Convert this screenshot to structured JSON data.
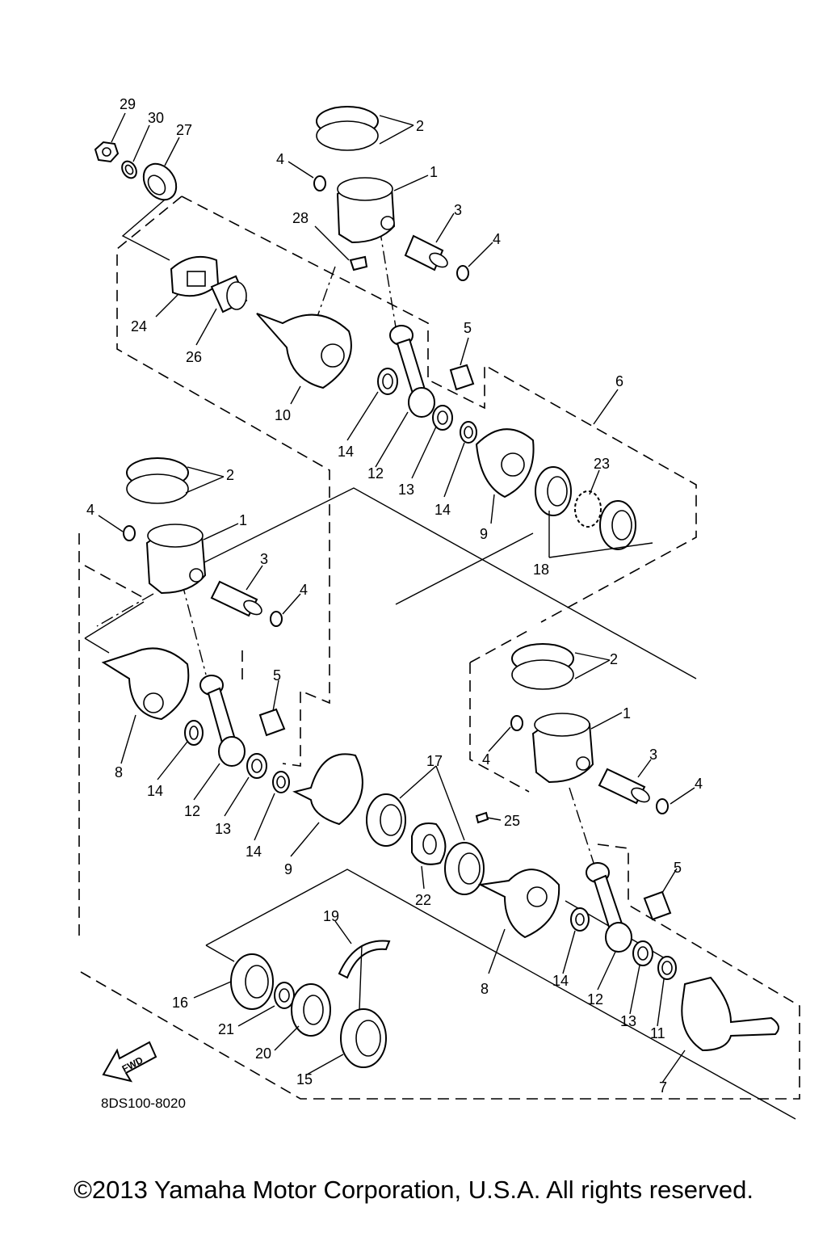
{
  "diagram": {
    "parts": [
      {
        "key": "p29",
        "label": "29",
        "name": "lock-nut"
      },
      {
        "key": "p30",
        "label": "30",
        "name": "washer"
      },
      {
        "key": "p27",
        "label": "27",
        "name": "oil-seal"
      },
      {
        "key": "p2a",
        "label": "2",
        "name": "piston-ring-set-top"
      },
      {
        "key": "p4a",
        "label": "4",
        "name": "circlip-top-left"
      },
      {
        "key": "p1a",
        "label": "1",
        "name": "piston-top"
      },
      {
        "key": "p3a",
        "label": "3",
        "name": "piston-pin-top"
      },
      {
        "key": "p4b",
        "label": "4",
        "name": "circlip-top-right"
      },
      {
        "key": "p28",
        "label": "28",
        "name": "key"
      },
      {
        "key": "p24",
        "label": "24",
        "name": "bearing"
      },
      {
        "key": "p26",
        "label": "26",
        "name": "collar"
      },
      {
        "key": "p5a",
        "label": "5",
        "name": "bearing-top"
      },
      {
        "key": "p6",
        "label": "6",
        "name": "crankshaft-assembly"
      },
      {
        "key": "p10",
        "label": "10",
        "name": "crank-left"
      },
      {
        "key": "p14a",
        "label": "14",
        "name": "washer-top-a"
      },
      {
        "key": "p12a",
        "label": "12",
        "name": "connecting-rod-top"
      },
      {
        "key": "p13a",
        "label": "13",
        "name": "bearing-top-small"
      },
      {
        "key": "p14b",
        "label": "14",
        "name": "washer-top-b"
      },
      {
        "key": "p23",
        "label": "23",
        "name": "plate"
      },
      {
        "key": "p9a",
        "label": "9",
        "name": "crank-top"
      },
      {
        "key": "p18",
        "label": "18",
        "name": "bearing-pair"
      },
      {
        "key": "p2b",
        "label": "2",
        "name": "piston-ring-set-middle"
      },
      {
        "key": "p4c",
        "label": "4",
        "name": "circlip-middle-left"
      },
      {
        "key": "p1b",
        "label": "1",
        "name": "piston-middle"
      },
      {
        "key": "p3b",
        "label": "3",
        "name": "piston-pin-middle"
      },
      {
        "key": "p4d",
        "label": "4",
        "name": "circlip-middle-right"
      },
      {
        "key": "p5b",
        "label": "5",
        "name": "bearing-middle"
      },
      {
        "key": "p8a",
        "label": "8",
        "name": "crank-middle"
      },
      {
        "key": "p14c",
        "label": "14",
        "name": "washer-middle-a"
      },
      {
        "key": "p12b",
        "label": "12",
        "name": "connecting-rod-middle"
      },
      {
        "key": "p13b",
        "label": "13",
        "name": "bearing-middle-small"
      },
      {
        "key": "p14d",
        "label": "14",
        "name": "washer-middle-b"
      },
      {
        "key": "p9b",
        "label": "9",
        "name": "crank-middle-b"
      },
      {
        "key": "p17",
        "label": "17",
        "name": "bearing-pair-middle"
      },
      {
        "key": "p25",
        "label": "25",
        "name": "pin"
      },
      {
        "key": "p22",
        "label": "22",
        "name": "plate-middle"
      },
      {
        "key": "p2c",
        "label": "2",
        "name": "piston-ring-set-right"
      },
      {
        "key": "p1c",
        "label": "1",
        "name": "piston-right"
      },
      {
        "key": "p4e",
        "label": "4",
        "name": "circlip-right-left"
      },
      {
        "key": "p3c",
        "label": "3",
        "name": "piston-pin-right"
      },
      {
        "key": "p4f",
        "label": "4",
        "name": "circlip-right-right"
      },
      {
        "key": "p5c",
        "label": "5",
        "name": "bearing-right"
      },
      {
        "key": "p19",
        "label": "19",
        "name": "circlip-large"
      },
      {
        "key": "p16",
        "label": "16",
        "name": "bearing-large"
      },
      {
        "key": "p21",
        "label": "21",
        "name": "collar-small"
      },
      {
        "key": "p20",
        "label": "20",
        "name": "oil-seal-large"
      },
      {
        "key": "p15",
        "label": "15",
        "name": "bearing-outer"
      },
      {
        "key": "p8b",
        "label": "8",
        "name": "crank-bottom"
      },
      {
        "key": "p14e",
        "label": "14",
        "name": "washer-bottom"
      },
      {
        "key": "p12c",
        "label": "12",
        "name": "connecting-rod-bottom"
      },
      {
        "key": "p13c",
        "label": "13",
        "name": "bearing-bottom-small"
      },
      {
        "key": "p11",
        "label": "11",
        "name": "oil-seal-small"
      },
      {
        "key": "p7",
        "label": "7",
        "name": "crank-right"
      }
    ],
    "fwd_label": "FWD",
    "diagram_code": "8DS100-8020"
  },
  "copyright": "©2013 Yamaha Motor Corporation, U.S.A. All rights reserved."
}
